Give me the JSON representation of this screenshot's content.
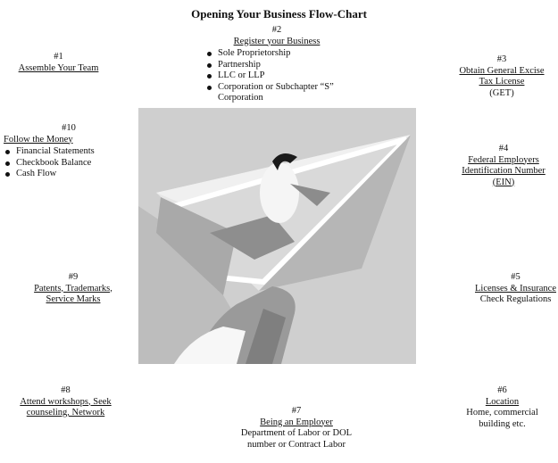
{
  "title": "Opening Your Business Flow-Chart",
  "nodes": {
    "n1": {
      "num": "#1",
      "label": "Assemble Your Team"
    },
    "n2": {
      "num": "#2",
      "label": "Register your Business",
      "items": [
        "Sole Proprietorship",
        "Partnership",
        "LLC or LLP",
        "Corporation or Subchapter “S” Corporation"
      ]
    },
    "n3": {
      "num": "#3",
      "label": "Obtain General Excise Tax License",
      "note": "(GET)"
    },
    "n4": {
      "num": "#4",
      "label": "Federal Employers Identification Number (EIN)"
    },
    "n5": {
      "num": "#5",
      "label": "Licenses & Insurance",
      "note": "Check Regulations"
    },
    "n6": {
      "num": "#6",
      "label": "Location",
      "note": "Home, commercial building etc."
    },
    "n7": {
      "num": "#7",
      "label": "Being an Employer",
      "note": "Department of Labor or DOL number or Contract Labor"
    },
    "n8": {
      "num": "#8",
      "label": "Attend workshops, Seek counseling, Network"
    },
    "n9": {
      "num": "#9",
      "label": "Patents, Trademarks, Service Marks"
    },
    "n10": {
      "num": "#10",
      "label": "Follow the Money",
      "items": [
        "Financial Statements",
        "Checkbook Balance",
        "Cash Flow"
      ]
    }
  },
  "illustration": {
    "icon": "paper-airplane-launch-clipart"
  }
}
